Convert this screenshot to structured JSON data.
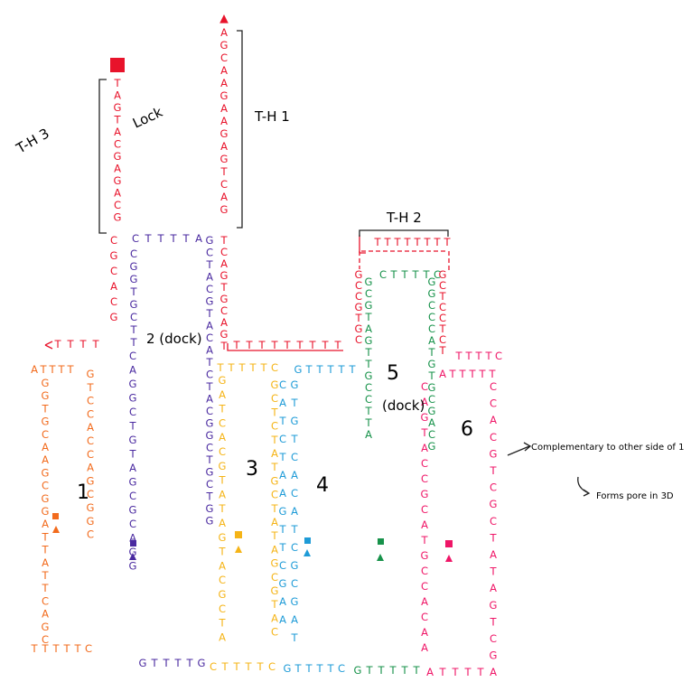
{
  "colors": {
    "red": "#e8132b",
    "orange": "#f26b1d",
    "purple": "#4a2aa0",
    "yellow": "#f5b417",
    "blue": "#1e9bd7",
    "green": "#17924a",
    "pink": "#ef1667",
    "black": "#222222"
  },
  "labels": {
    "lock": "Lock",
    "th3": "T-H 3",
    "th1": "T-H 1",
    "th2": "T-H 2",
    "dock2": "2 (dock)",
    "dock5": "(dock)",
    "num1": "1",
    "num3": "3",
    "num4": "4",
    "num5": "5",
    "num6": "6",
    "note1": "Complementary to other side of 1",
    "note2": "Forms pore in 3D"
  },
  "strands": {
    "red_top_vertical": "AGCAAGAAGAGTCAG",
    "red_lock_vertical": "TAGTACGAGACG",
    "red_left_vertical": "CGCACG",
    "red_left_tail": "TTTT",
    "red_right_vertical": "TCAGTGCAGT",
    "red_right_tail": "TTTTTTTTT",
    "red_top_loop": "TTTTTTTT",
    "red_top_left": "GCCGTGC",
    "red_top_right": "GCTCCTCT",
    "orange_top": "ATTTT",
    "orange_left": "GGTGCAAGCGGATTATTCAGC",
    "orange_bottom": "TTTTTC",
    "orange_right": "GTCCACCAGCGGC",
    "purple_top": "CTTTTA",
    "purple_left": "CGGTGCTT",
    "purple_mid": "CAGGCTGTAGCGCAGG",
    "purple_right": "GCTACGTACATCTACGGCTGCTGG",
    "purple_bottom": "GTTTTG",
    "yellow_top": "TTTTTC",
    "yellow_left": "GATCACGTATAGTACGCTA",
    "yellow_right": "GCTCTATGCTATAGCGTAC",
    "yellow_bottom": "CTTTTC",
    "blue_top": "GTTTTT",
    "blue_left": "CATCTAAGTTCGAA",
    "blue_right": "GTGTCACATCGCGAT",
    "blue_bottom": "GTTTTC",
    "green_top": "CTTTTC",
    "green_left": "GCGTAGTTGCCTTA",
    "green_right": "GGCCCATGTGCGACG",
    "green_bottom": "GTTTTT",
    "pink_top": "ATTTTT",
    "pink_right": "CCACGTCGCTATAGTCG",
    "pink_left": "CAGTACCGCATGCCACAA",
    "pink_bottom": "ATTTTA",
    "pink_tail": "TTTTC"
  }
}
